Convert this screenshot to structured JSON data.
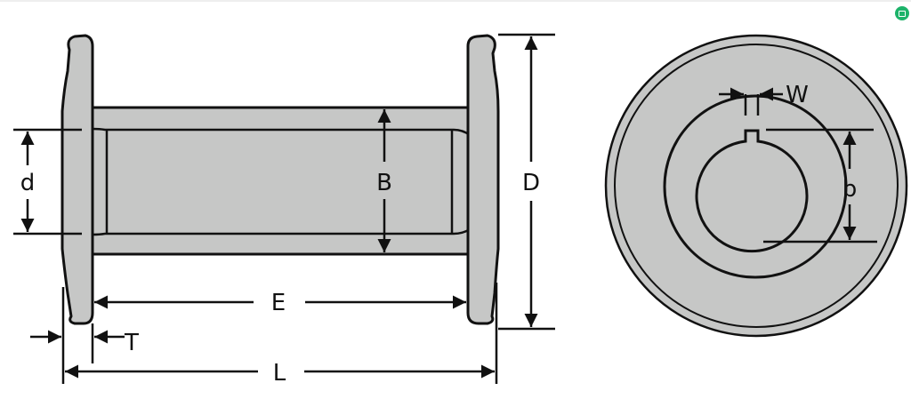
{
  "diagram": {
    "title": "Spool / roller dimension drawing",
    "colors": {
      "part_fill": "#c6c7c6",
      "line": "#111111",
      "badge": "#1db36a"
    },
    "side_view": {
      "labels": {
        "d": "d",
        "B": "B",
        "D": "D",
        "E": "E",
        "T": "T",
        "L": "L"
      }
    },
    "end_view": {
      "labels": {
        "W": "W",
        "b": "b"
      }
    },
    "corner_badge": {
      "icon": "spreadsheet-icon"
    }
  }
}
